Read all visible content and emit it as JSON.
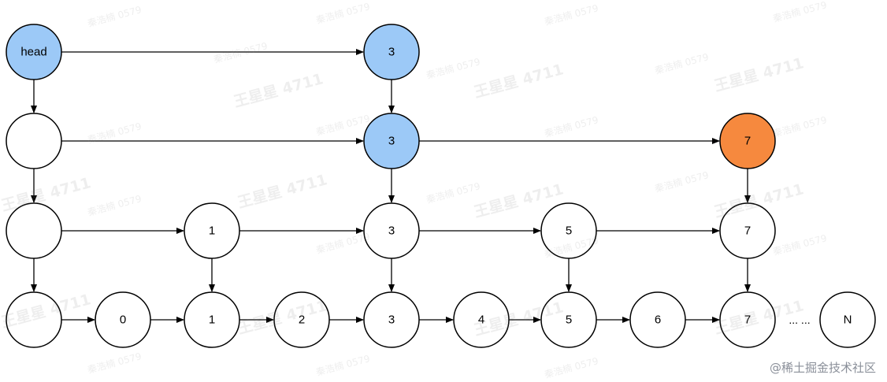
{
  "colors": {
    "blue": "#9cc9f7",
    "orange": "#f6893e",
    "white": "#ffffff",
    "stroke": "#000000"
  },
  "nodes": [
    {
      "id": "h3",
      "label": "head",
      "fill": "blue"
    },
    {
      "id": "h2",
      "label": "",
      "fill": "white"
    },
    {
      "id": "h1",
      "label": "",
      "fill": "white"
    },
    {
      "id": "h0",
      "label": "",
      "fill": "white"
    },
    {
      "id": "l3_3",
      "label": "3",
      "fill": "blue"
    },
    {
      "id": "l2_3",
      "label": "3",
      "fill": "blue"
    },
    {
      "id": "l2_7",
      "label": "7",
      "fill": "orange"
    },
    {
      "id": "l1_1",
      "label": "1",
      "fill": "white"
    },
    {
      "id": "l1_3",
      "label": "3",
      "fill": "white"
    },
    {
      "id": "l1_5",
      "label": "5",
      "fill": "white"
    },
    {
      "id": "l1_7",
      "label": "7",
      "fill": "white"
    },
    {
      "id": "l0_0",
      "label": "0",
      "fill": "white"
    },
    {
      "id": "l0_1",
      "label": "1",
      "fill": "white"
    },
    {
      "id": "l0_2",
      "label": "2",
      "fill": "white"
    },
    {
      "id": "l0_3",
      "label": "3",
      "fill": "white"
    },
    {
      "id": "l0_4",
      "label": "4",
      "fill": "white"
    },
    {
      "id": "l0_5",
      "label": "5",
      "fill": "white"
    },
    {
      "id": "l0_6",
      "label": "6",
      "fill": "white"
    },
    {
      "id": "l0_7",
      "label": "7",
      "fill": "white"
    },
    {
      "id": "l0_N",
      "label": "N",
      "fill": "white"
    }
  ],
  "edges": [
    [
      "h3",
      "l3_3"
    ],
    [
      "h3",
      "h2"
    ],
    [
      "l3_3",
      "l2_3"
    ],
    [
      "h2",
      "l2_3"
    ],
    [
      "l2_3",
      "l2_7"
    ],
    [
      "h2",
      "h1"
    ],
    [
      "l2_3",
      "l1_3"
    ],
    [
      "l2_7",
      "l1_7"
    ],
    [
      "h1",
      "l1_1"
    ],
    [
      "l1_1",
      "l1_3"
    ],
    [
      "l1_3",
      "l1_5"
    ],
    [
      "l1_5",
      "l1_7"
    ],
    [
      "h1",
      "h0"
    ],
    [
      "l1_1",
      "l0_1"
    ],
    [
      "l1_3",
      "l0_3"
    ],
    [
      "l1_5",
      "l0_5"
    ],
    [
      "l1_7",
      "l0_7"
    ],
    [
      "h0",
      "l0_0"
    ],
    [
      "l0_0",
      "l0_1"
    ],
    [
      "l0_1",
      "l0_2"
    ],
    [
      "l0_2",
      "l0_3"
    ],
    [
      "l0_3",
      "l0_4"
    ],
    [
      "l0_4",
      "l0_5"
    ],
    [
      "l0_5",
      "l0_6"
    ],
    [
      "l0_6",
      "l0_7"
    ]
  ],
  "ellipsis": "... ...",
  "watermark": {
    "name": "秦浩楠 0579",
    "brand": "王星星 4711"
  },
  "credit": "@稀土掘金技术社区"
}
